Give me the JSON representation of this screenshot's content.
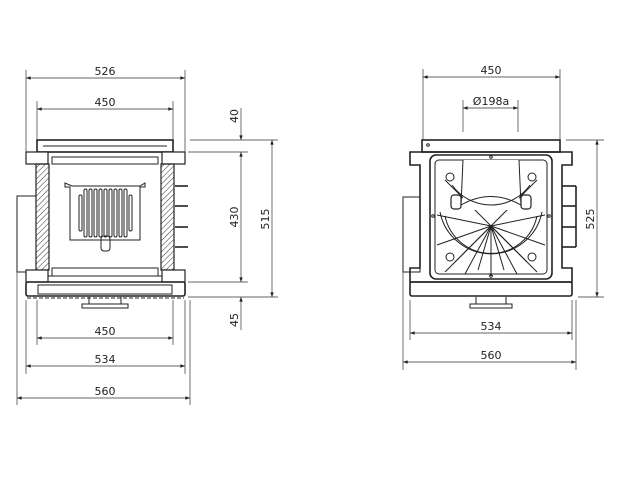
{
  "front_view": {
    "dims": {
      "overall_width_top": "526",
      "inner_width_top": "450",
      "top_height": "40",
      "body_height": "430",
      "total_height": "515",
      "bottom_height": "45",
      "inner_width_bottom": "450",
      "flange_width": "534",
      "overall_width": "560"
    }
  },
  "side_view": {
    "dims": {
      "width_top": "450",
      "flue_diameter": "Ø198a",
      "total_height": "525",
      "flange_width": "534",
      "overall_width": "560"
    }
  },
  "colors": {
    "line": "#222222",
    "background": "#ffffff"
  }
}
